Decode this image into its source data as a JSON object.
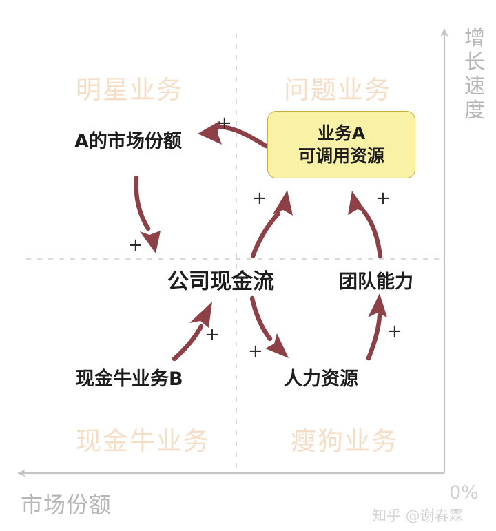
{
  "diagram": {
    "title_quadrants": {
      "star": "明星业务",
      "question": "问题业务",
      "cash_cow": "现金牛业务",
      "dog": "瘦狗业务"
    },
    "axes": {
      "y_label": "增长速度",
      "x_label": "市场份额",
      "origin_label": "0%",
      "y_arrow_direction": "up",
      "x_arrow_direction": "left"
    },
    "focus_box": {
      "line1": "业务A",
      "line2": "可调用资源",
      "fill_color": "#f9f1a5",
      "border_color": "#c9ae3e"
    },
    "nodes": {
      "a_market_share": "A的市场份额",
      "company_cash_flow": "公司现金流",
      "team_capability": "团队能力",
      "cash_cow_business_b": "现金牛业务B",
      "human_resources": "人力资源"
    },
    "links": [
      {
        "id": "box-to-a-share",
        "from": "业务A可调用资源",
        "to": "A的市场份额",
        "polarity": "+"
      },
      {
        "id": "a-share-to-cf",
        "from": "A的市场份额",
        "to": "公司现金流",
        "polarity": "+"
      },
      {
        "id": "cf-to-box",
        "from": "公司现金流",
        "to": "业务A可调用资源",
        "polarity": "+"
      },
      {
        "id": "team-to-box",
        "from": "团队能力",
        "to": "业务A可调用资源",
        "polarity": "+"
      },
      {
        "id": "cowb-to-cf",
        "from": "现金牛业务B",
        "to": "公司现金流",
        "polarity": "+"
      },
      {
        "id": "cf-to-hr",
        "from": "公司现金流",
        "to": "人力资源",
        "polarity": "+"
      },
      {
        "id": "hr-to-team",
        "from": "人力资源",
        "to": "团队能力",
        "polarity": "+"
      }
    ],
    "polarity_marks": {
      "box_to_a_share": "+",
      "a_share_to_cf": "+",
      "cf_to_box": "+",
      "team_to_box": "+",
      "cowb_to_cf": "+",
      "cf_to_hr": "+",
      "hr_to_team": "+"
    },
    "colors": {
      "arrow": "#8e4047",
      "quadrant_label": "#f6ddc6",
      "axis": "#c4c4c4",
      "node_text": "#1d1d1d"
    },
    "watermark": "知乎 @谢春霖"
  }
}
